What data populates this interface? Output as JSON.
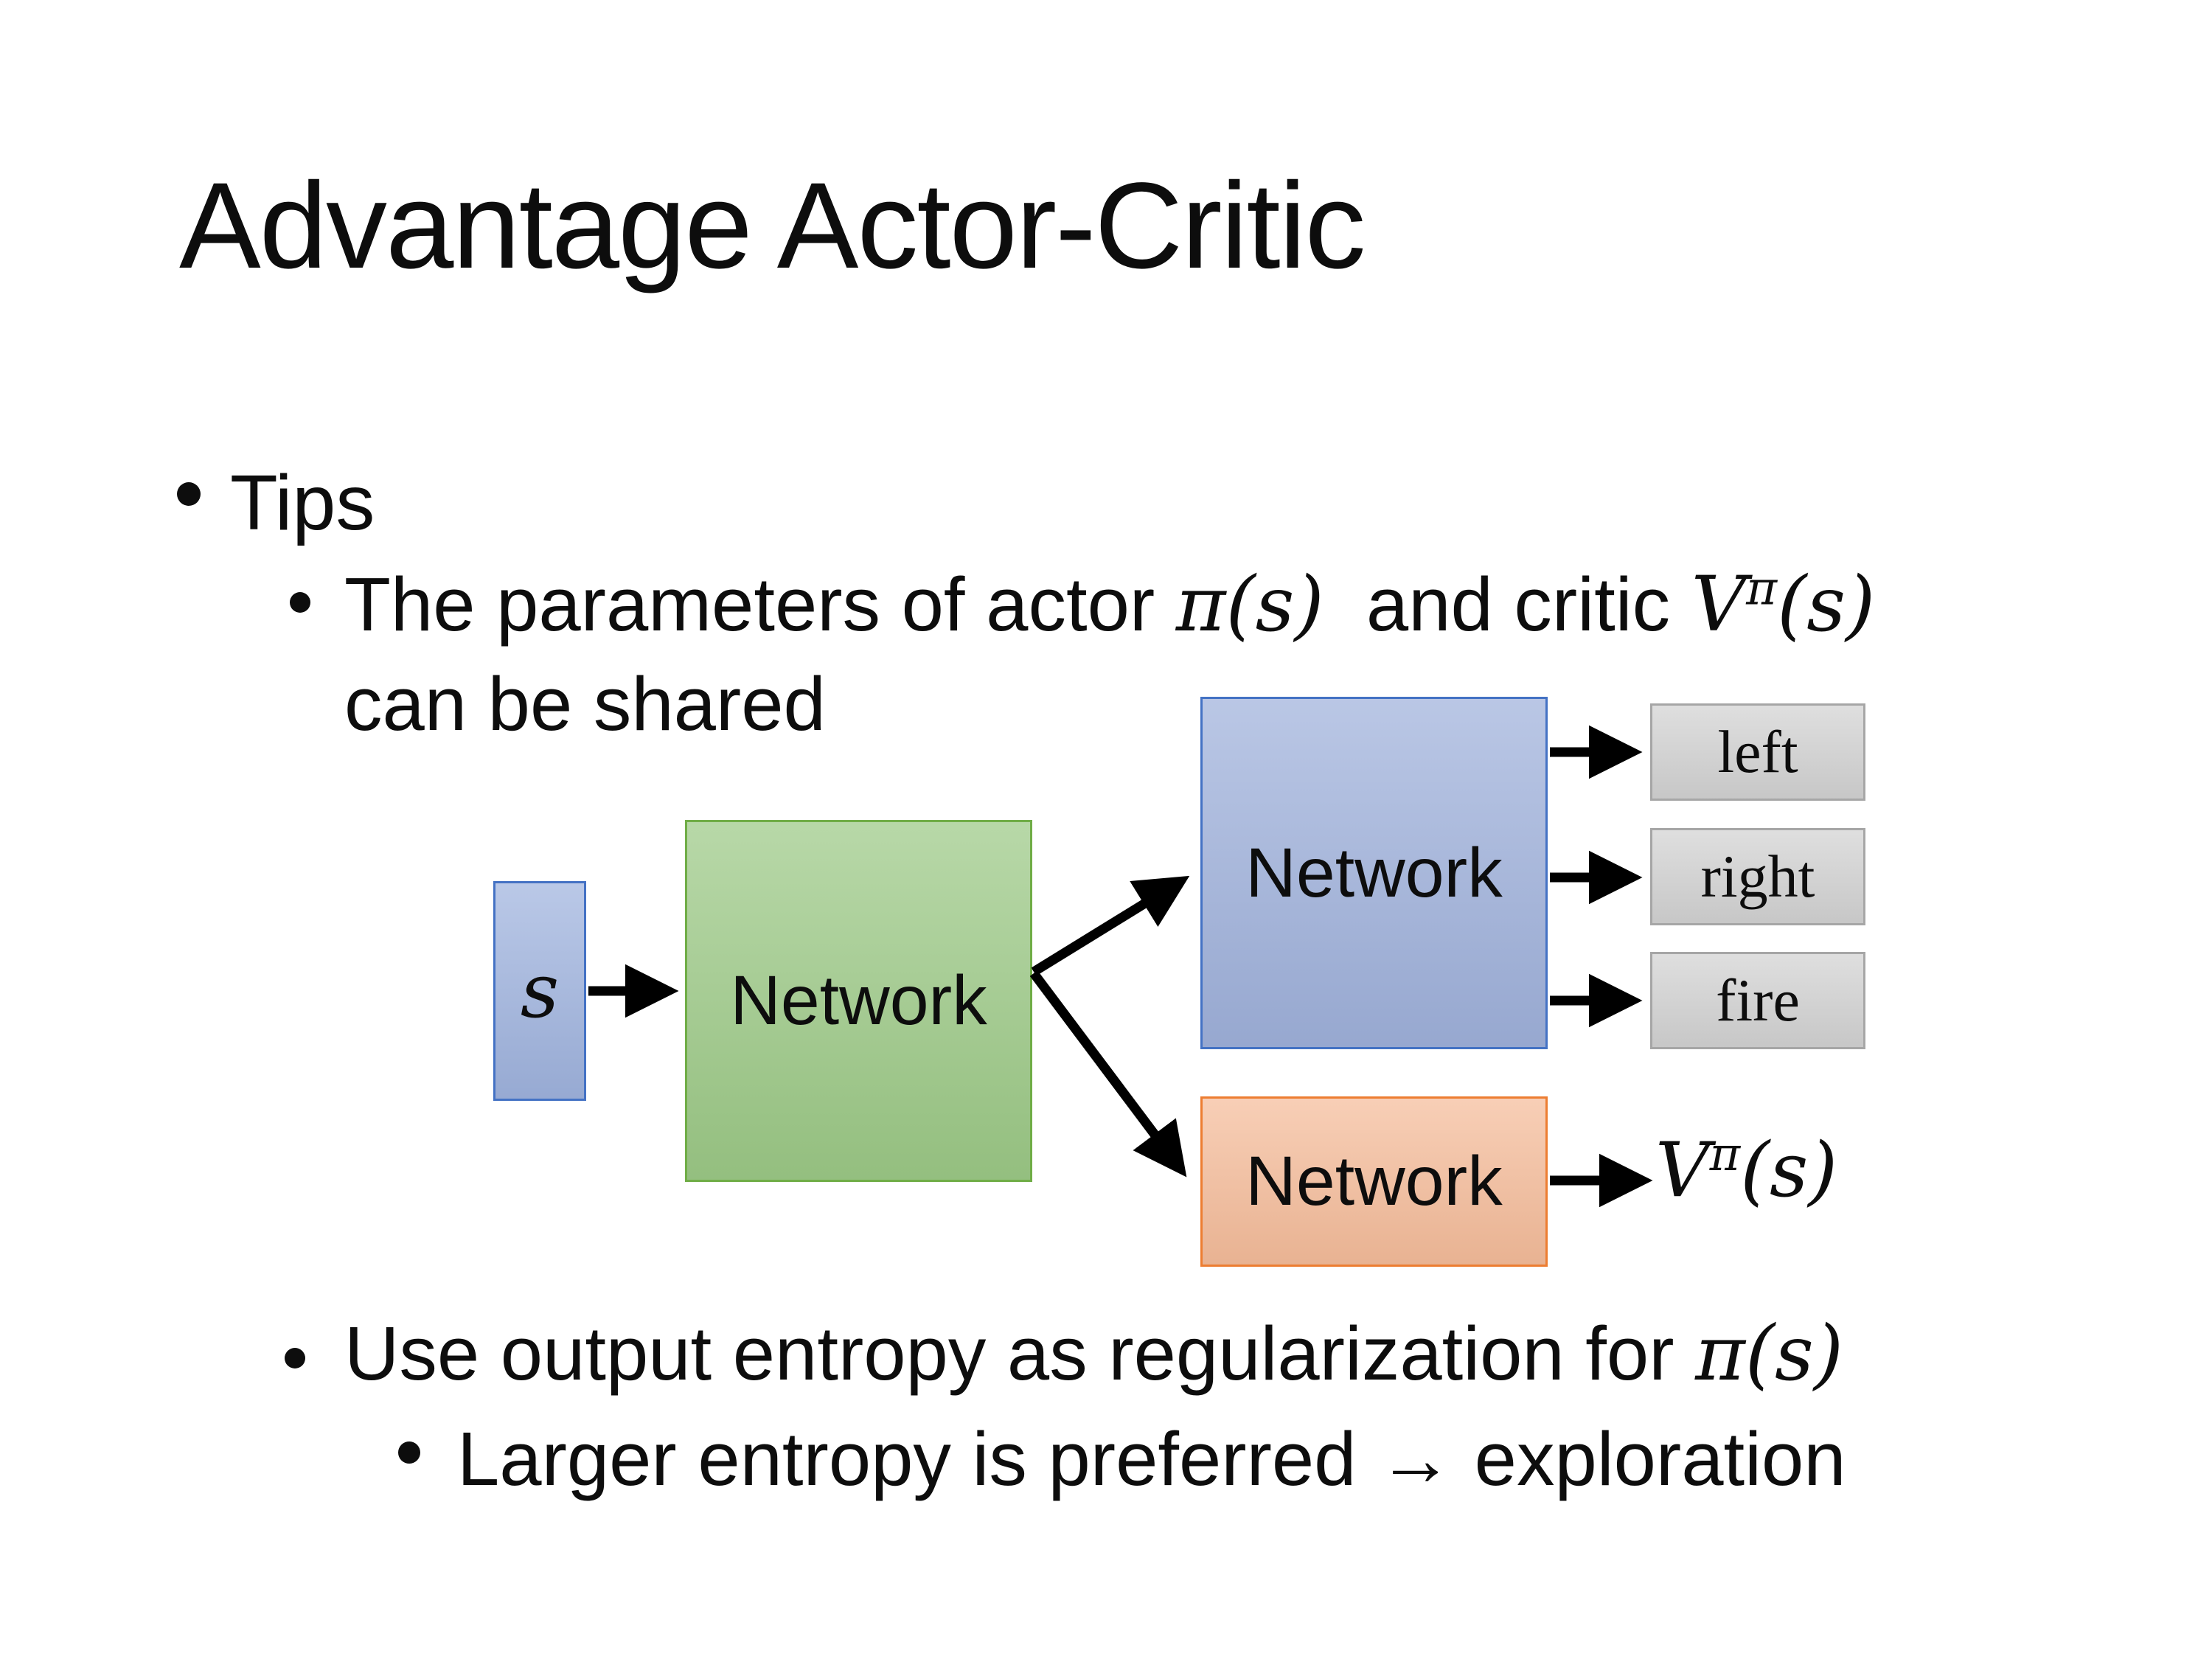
{
  "slide": {
    "title": "Advantage Actor-Critic"
  },
  "bullets": {
    "tips": "Tips",
    "shared_line1": {
      "text1": "The parameters of actor ",
      "math1": "π(s)",
      "text2": "  and critic ",
      "math2_base": "V",
      "math2_sup": "π",
      "math2_args": "(s)"
    },
    "shared_line2": "can be shared",
    "entropy_line": {
      "text1": "Use output entropy as regularization for ",
      "math1": "π(s)"
    },
    "exploration_line": "Larger entropy is preferred → exploration"
  },
  "diagram": {
    "state_label": "s",
    "shared_network_label": "Network",
    "actor_network_label": "Network",
    "critic_network_label": "Network",
    "actions": [
      "left",
      "right",
      "fire"
    ],
    "critic_output": {
      "base": "V",
      "sup": "π",
      "args": "(s)"
    },
    "colors": {
      "state_fill": "#9fb3de",
      "state_border": "#4472c4",
      "shared_fill": "#9cc986",
      "shared_border": "#70ad47",
      "actor_fill": "#9fb1db",
      "actor_border": "#4472c4",
      "critic_fill": "#f5bc9a",
      "critic_border": "#ed7d31",
      "action_fill": "#d2d2d2",
      "action_border": "#a6a6a6",
      "arrow": "#000000"
    }
  }
}
